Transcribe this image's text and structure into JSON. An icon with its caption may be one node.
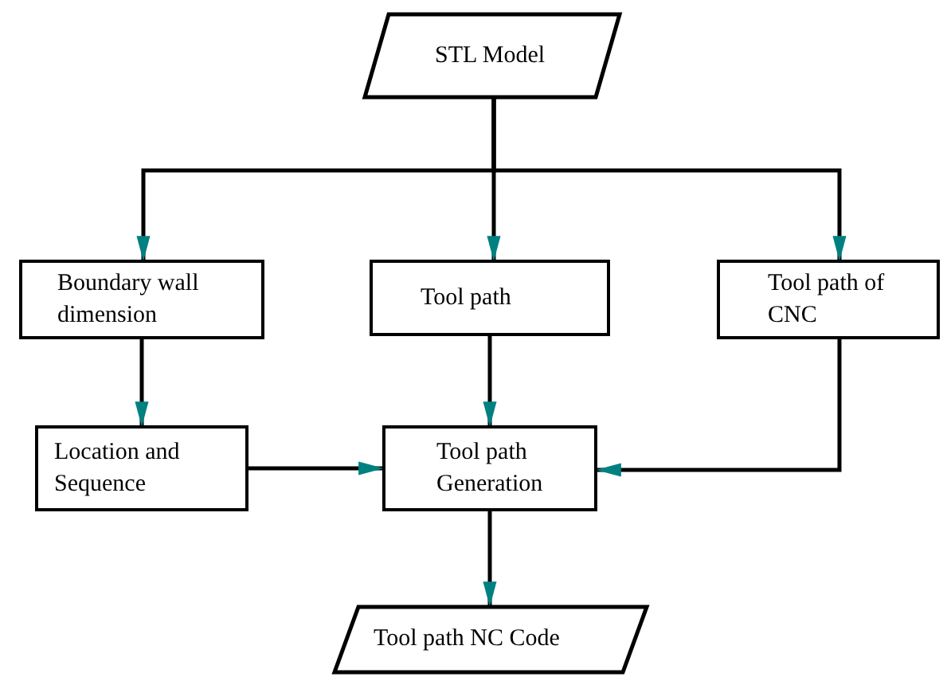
{
  "diagram": {
    "nodes": [
      {
        "text": [
          "STL Model"
        ]
      },
      {
        "text": [
          "Boundary wall dimension"
        ]
      },
      {
        "text": [
          "Tool path"
        ]
      },
      {
        "text": [
          "Tool path of CNC"
        ]
      },
      {
        "text": [
          "Location and Sequence"
        ]
      },
      {
        "text": [
          "Tool path Generation"
        ]
      },
      {
        "text": [
          "Tool path NC Code"
        ]
      }
    ],
    "edges": [
      {
        "from": 0,
        "to": 1,
        "arrow": "to"
      },
      {
        "from": 0,
        "to": 2,
        "arrow": "to"
      },
      {
        "from": 0,
        "to": 3,
        "arrow": "to"
      },
      {
        "from": 1,
        "to": 4,
        "arrow": "to"
      },
      {
        "from": 2,
        "to": 5,
        "arrow": "to"
      },
      {
        "from": 4,
        "to": 5,
        "arrow": "to"
      },
      {
        "from": 3,
        "to": 5,
        "arrow": "to"
      },
      {
        "from": 5,
        "to": 6,
        "arrow": "to"
      }
    ]
  }
}
